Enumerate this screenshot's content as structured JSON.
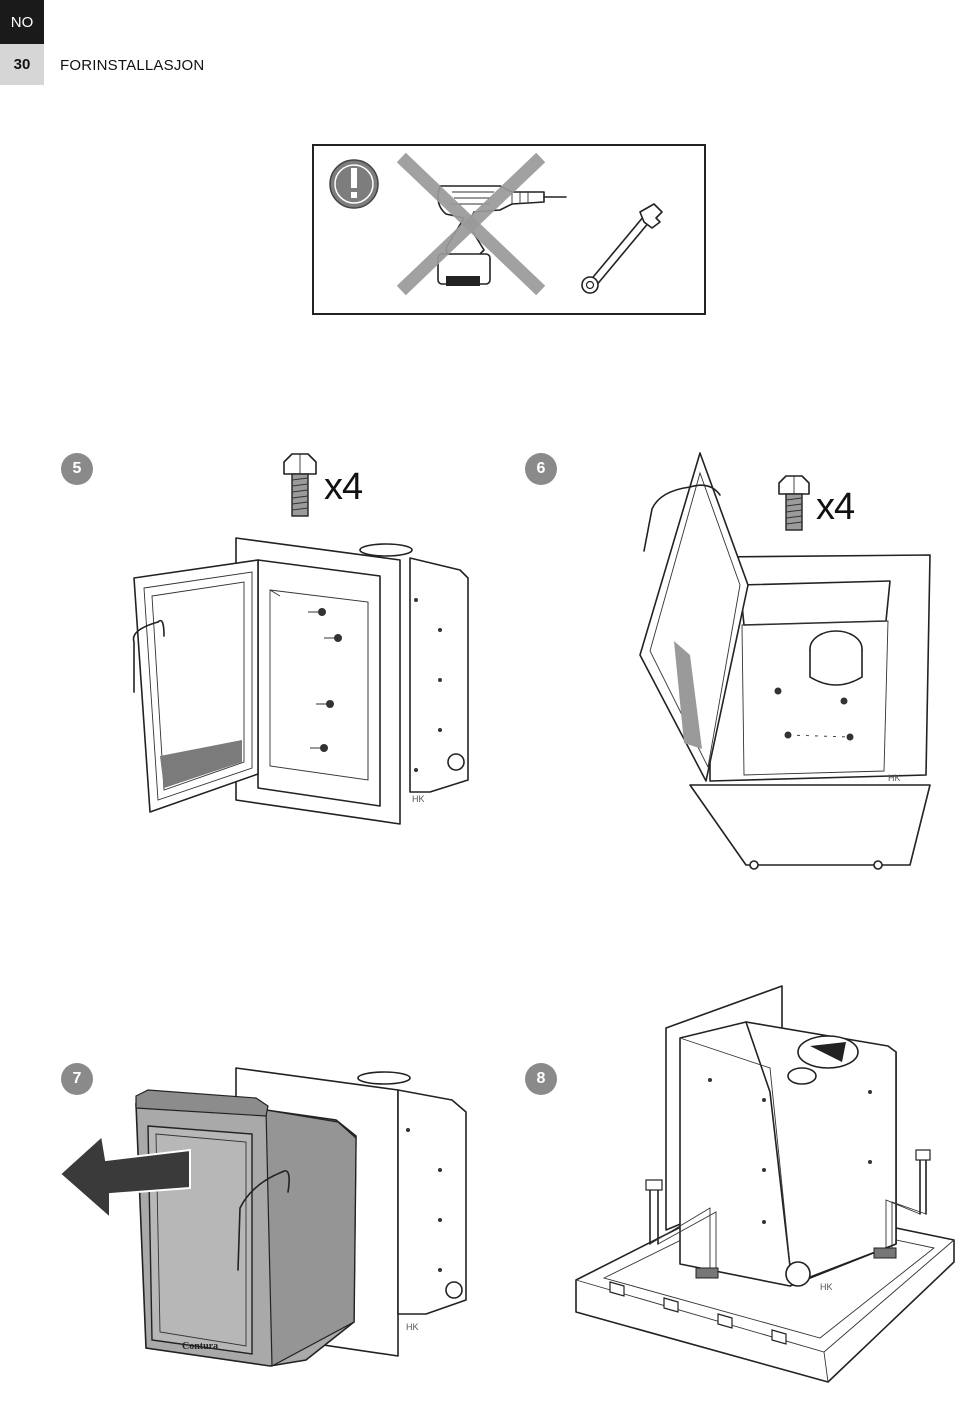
{
  "header": {
    "language_code": "NO",
    "page_number": "30",
    "section_title": "FORINSTALLASJON"
  },
  "warning": {
    "icon": "exclamation-icon",
    "forbidden_tool": "power-drill-icon",
    "required_tool": "wrench-icon"
  },
  "steps": [
    {
      "number": "5",
      "quantity": "x4"
    },
    {
      "number": "6",
      "quantity": "x4"
    },
    {
      "number": "7"
    },
    {
      "number": "8"
    }
  ],
  "stove": {
    "brand_label": "Contura",
    "model_mark": "HK"
  },
  "colors": {
    "tab_dark": "#1a1a1a",
    "tab_light": "#d6d6d6",
    "badge": "#8a8a8a",
    "stove_body": "#a9a9a9"
  }
}
